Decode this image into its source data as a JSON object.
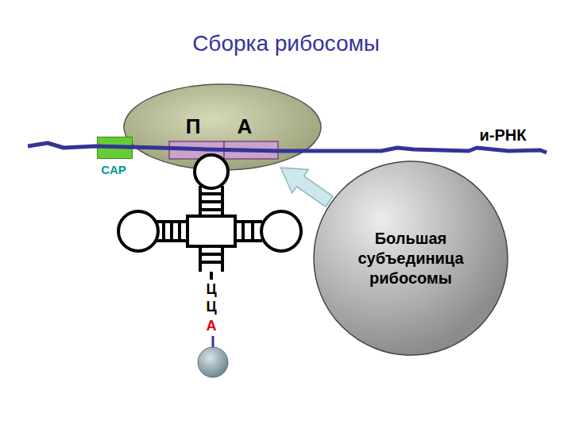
{
  "diagram": {
    "title": "Сборка рибосомы",
    "nodes": [
      {
        "text": [
          "П",
          "А"
        ]
      },
      {
        "text": [
          "CAP"
        ]
      },
      {
        "text": [
          "Большая субъединица рибосомы"
        ]
      }
    ],
    "edges": [
      {
        "from": 2,
        "to": 0,
        "arrow": "to"
      }
    ],
    "labels": [
      "и-РНК",
      "Ц",
      "Ц",
      "А"
    ]
  }
}
